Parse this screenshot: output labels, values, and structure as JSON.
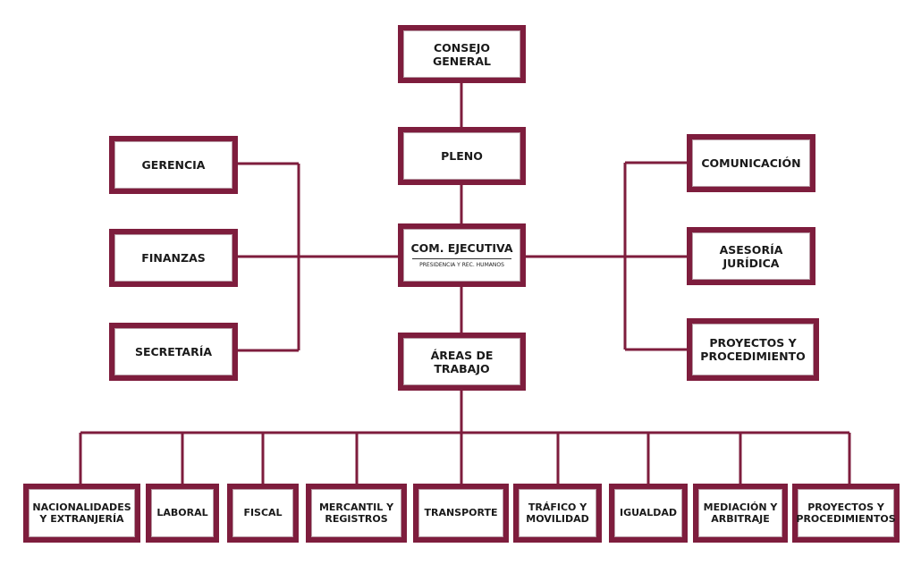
{
  "diagram": {
    "colors": {
      "accent": "#7e1d3d",
      "background": "#ffffff",
      "text": "#1a1a1a"
    },
    "nodes": {
      "consejo": "CONSEJO\nGENERAL",
      "pleno": "PLENO",
      "com_ejecutiva": "COM. EJECUTIVA",
      "com_ejecutiva_sub": "PRESIDENCIA Y REC. HUMANOS",
      "areas": "ÁREAS DE\nTRABAJO",
      "gerencia": "GERENCIA",
      "finanzas": "FINANZAS",
      "secretaria": "SECRETARÍA",
      "comunicacion": "COMUNICACIÓN",
      "asesoria": "ASESORÍA\nJURÍDICA",
      "proyectos_right": "PROYECTOS Y\nPROCEDIMIENTO",
      "nacionalidades": "NACIONALIDADES\nY EXTRANJERÍA",
      "laboral": "LABORAL",
      "fiscal": "FISCAL",
      "mercantil": "MERCANTIL Y\nREGISTROS",
      "transporte": "TRANSPORTE",
      "trafico": "TRÁFICO Y\nMOVILIDAD",
      "igualdad": "IGUALDAD",
      "mediacion": "MEDIACIÓN Y\nARBITRAJE",
      "proyectos_bottom": "PROYECTOS Y\nPROCEDIMIENTOS"
    }
  }
}
